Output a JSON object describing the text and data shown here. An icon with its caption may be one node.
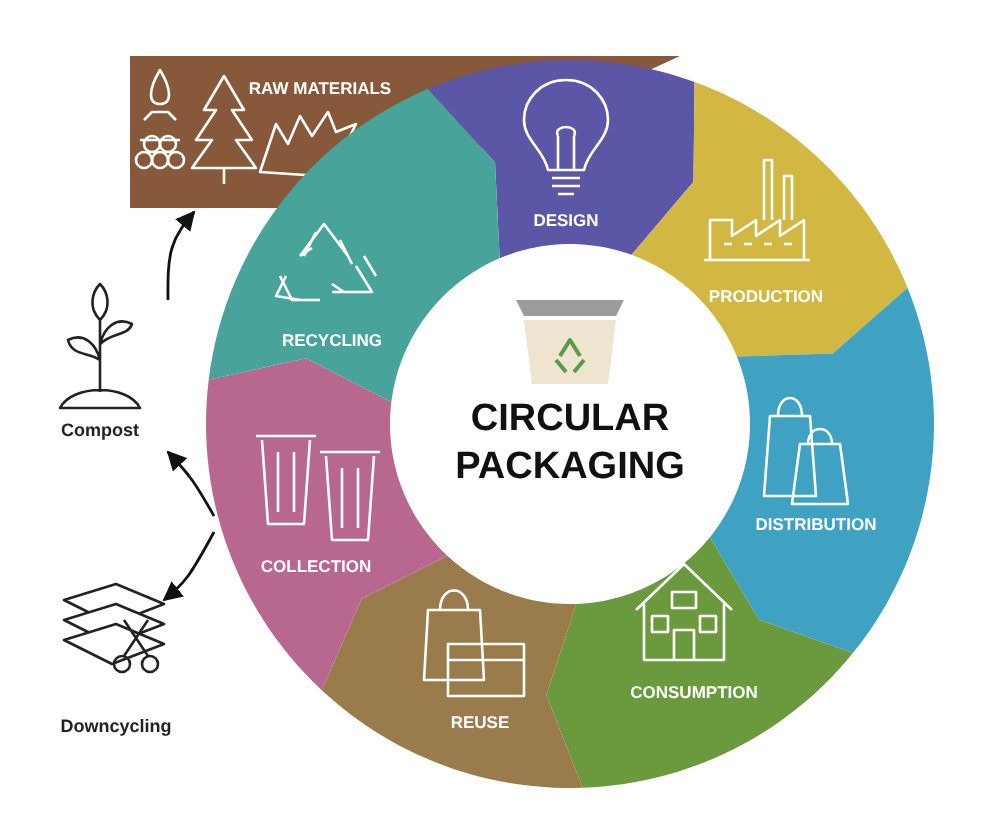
{
  "diagram": {
    "nodes": [
      {
        "text": [
          "RAW MATERIALS"
        ]
      },
      {
        "text": [
          "DESIGN"
        ]
      },
      {
        "text": [
          "PRODUCTION"
        ]
      },
      {
        "text": [
          "DISTRIBUTION"
        ]
      },
      {
        "text": [
          "CONSUMPTION"
        ]
      },
      {
        "text": [
          "REUSE"
        ]
      },
      {
        "text": [
          "COLLECTION"
        ]
      },
      {
        "text": [
          "RECYCLING"
        ]
      },
      {
        "text": [
          "CIRCULAR PACKAGING"
        ]
      },
      {
        "text": [
          "Compost"
        ]
      },
      {
        "text": [
          "Downcycling"
        ]
      }
    ],
    "edges": [
      {
        "from": 6,
        "to": 9,
        "arrow": "to"
      },
      {
        "from": 6,
        "to": 10,
        "arrow": "to"
      },
      {
        "from": 9,
        "to": 0,
        "arrow": "to"
      }
    ]
  }
}
